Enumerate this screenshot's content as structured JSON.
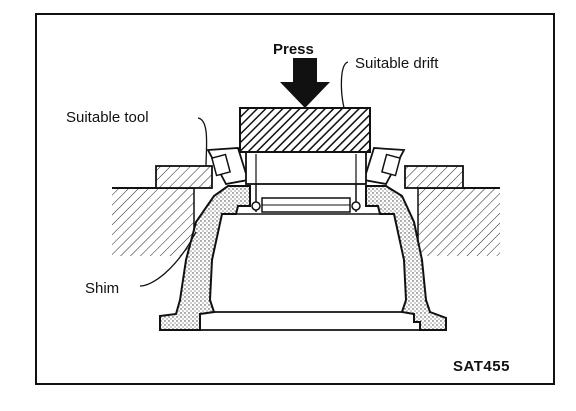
{
  "labels": {
    "press": "Press",
    "suitable_drift": "Suitable drift",
    "suitable_tool": "Suitable tool",
    "shim": "Shim"
  },
  "figure_code": "SAT455"
}
